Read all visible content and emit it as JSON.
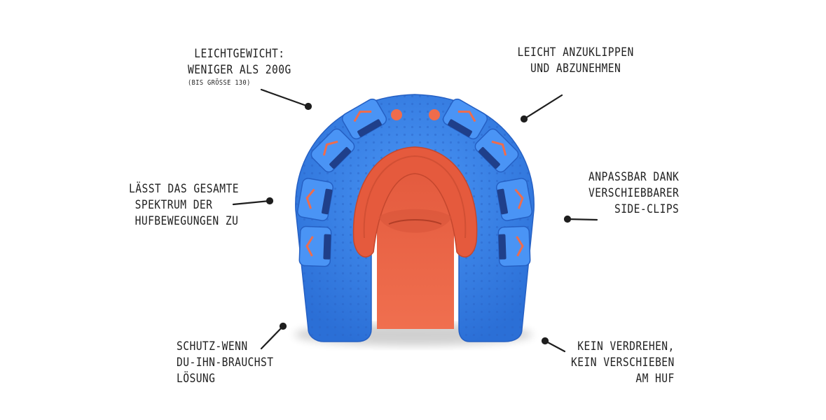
{
  "callouts": {
    "lightweight": {
      "line1": "Leichtgewicht:",
      "line2": "weniger als 200g",
      "note": "(bis Größe 130)"
    },
    "clip": {
      "line1": "Leicht anzuklippen",
      "line2": "und abzunehmen"
    },
    "spectrum": {
      "line1": "Lässt das gesamte",
      "line2": "Spektrum der",
      "line3": "Hufbewegungen zu"
    },
    "adjustable": {
      "line1": "Anpassbar dank",
      "line2": "verschiebbarer",
      "line3": "Side-Clips"
    },
    "protection": {
      "line1": "Schutz-wenn",
      "line2": "du-ihn-brauchst",
      "line3": "Lösung"
    },
    "no_twist": {
      "line1": "Kein Verdrehen,",
      "line2": "kein Verschieben",
      "line3": "am Huf"
    }
  },
  "colors": {
    "shoe_blue": "#3a86f0",
    "shoe_blue_dark": "#2667cf",
    "clip_blue": "#4a94f5",
    "sole_orange": "#ef6c4c",
    "sole_orange_dark": "#d9553a",
    "text": "#222222"
  }
}
